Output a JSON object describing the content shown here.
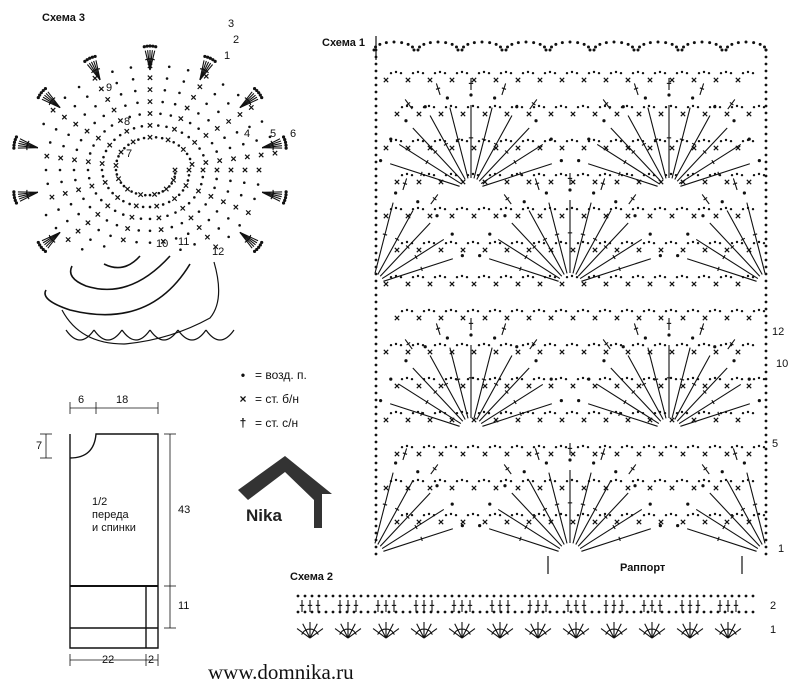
{
  "schemes": {
    "scheme3": {
      "title": "Схема 3",
      "round_labels": [
        "1",
        "2",
        "3",
        "4",
        "5",
        "6",
        "7",
        "8",
        "9",
        "10",
        "11",
        "12"
      ]
    },
    "scheme1": {
      "title": "Схема 1",
      "row_labels": [
        "1",
        "5",
        "10",
        "12"
      ],
      "repeat_label": "Раппорт"
    },
    "scheme2": {
      "title": "Схема 2",
      "row_labels": [
        "2",
        "1"
      ]
    }
  },
  "legend": [
    {
      "symbol": "•",
      "icon": "chain-stitch-icon",
      "text": "= возд. п."
    },
    {
      "symbol": "×",
      "icon": "single-crochet-icon",
      "text": "= ст. б/н"
    },
    {
      "symbol": "†",
      "icon": "double-crochet-icon",
      "text": "= ст. с/н"
    }
  ],
  "pattern_piece": {
    "label_line1": "1/2",
    "label_line2": "переда",
    "label_line3": "и спинки",
    "dims": {
      "neck_width": "6",
      "shoulder": "18",
      "neck_depth": "7",
      "body_height": "43",
      "band_height": "11",
      "width": "22",
      "edge": "2"
    }
  },
  "logo": {
    "text": "Nika"
  },
  "footer": {
    "url": "www.domnika.ru"
  }
}
